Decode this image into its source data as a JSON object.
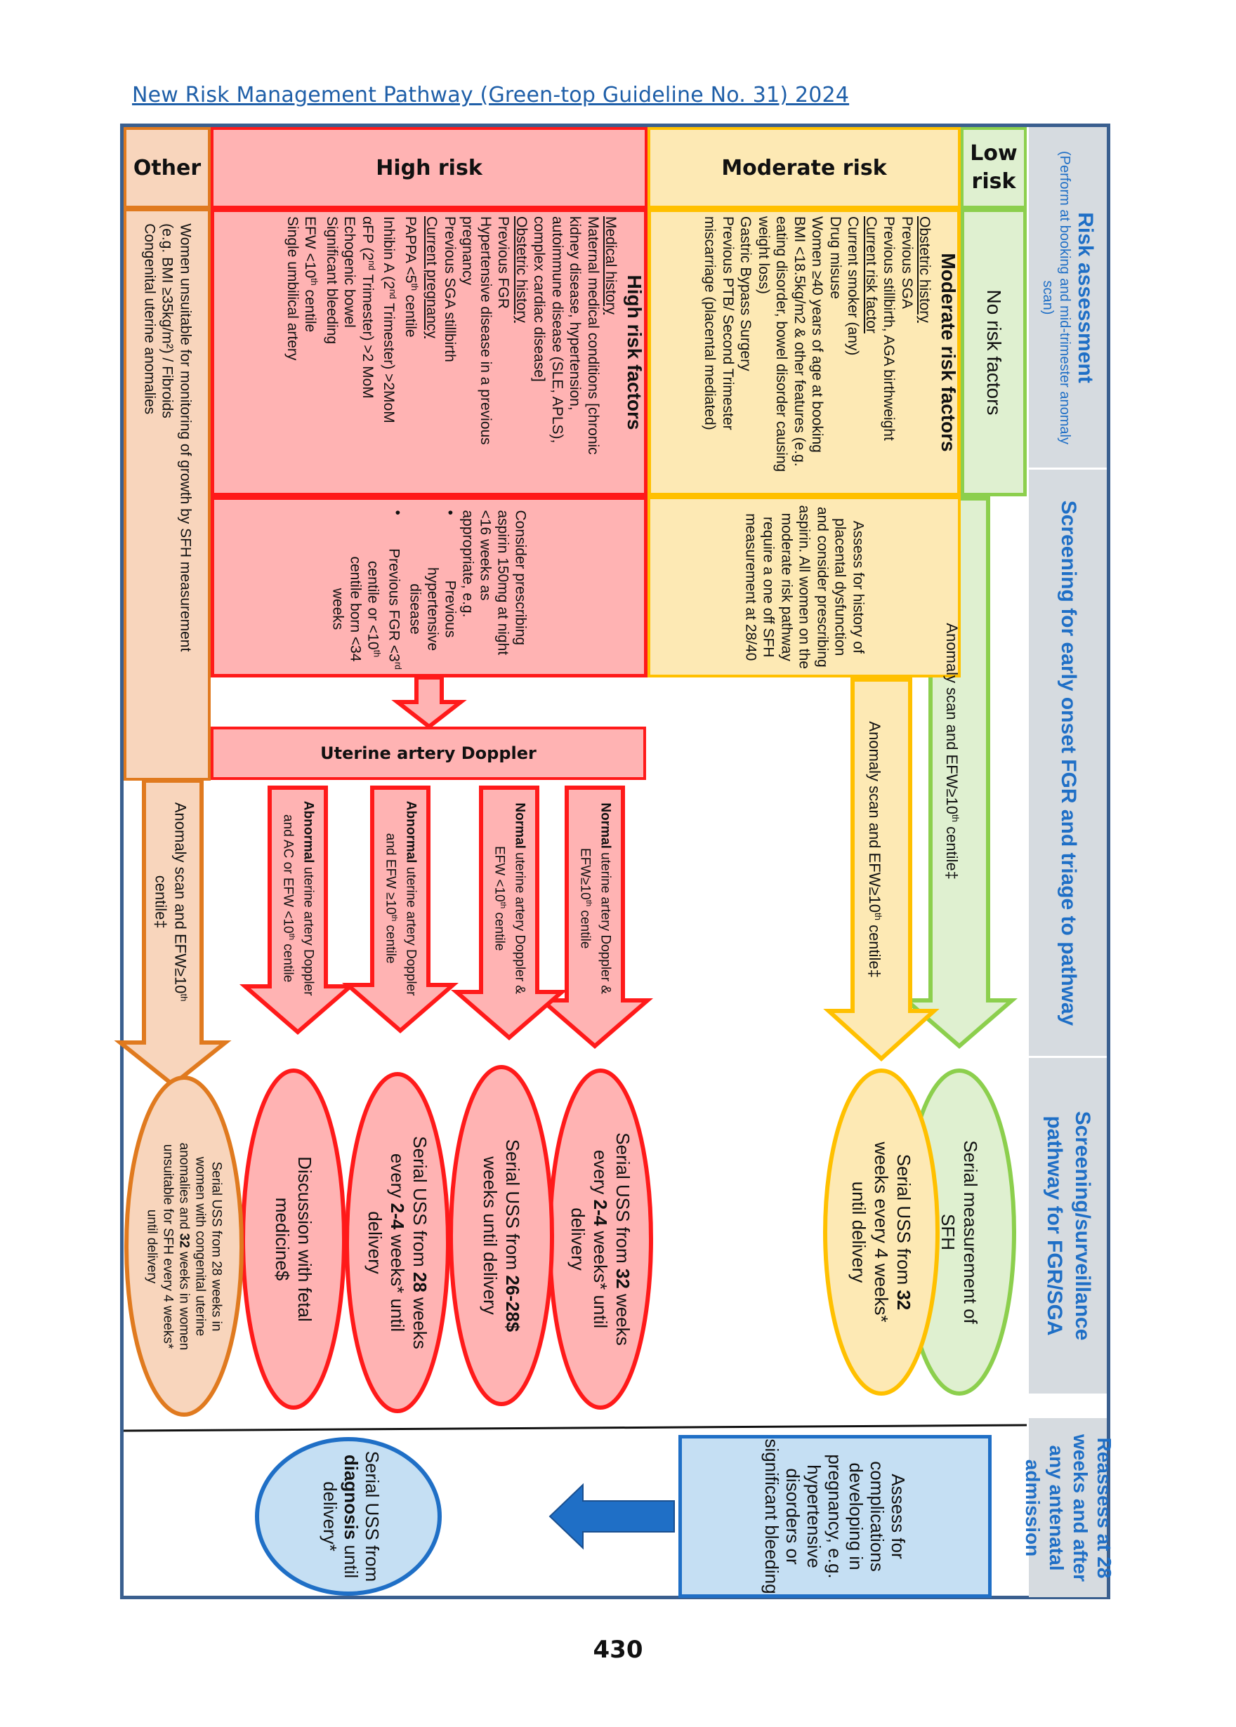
{
  "page": {
    "title": "New Risk Management Pathway (Green-top Guideline No. 31) 2024",
    "page_number": "430"
  },
  "colors": {
    "frame": "#3a5f8f",
    "other_fill": "#f8d5bc",
    "other_border": "#e07a1f",
    "high_fill": "#ffb3b3",
    "high_border": "#ff1a1a",
    "moderate_fill": "#fde9b4",
    "moderate_border": "#ffc000",
    "low_fill": "#dff0d0",
    "low_border": "#8ccf4d",
    "section_header_fill": "#d6dbe0",
    "section_header_text": "#1f6fc6",
    "reassess_fill": "#c5dff3",
    "reassess_border": "#1f6fc6"
  },
  "sections": {
    "risk_assessment": {
      "title": "Risk assessment",
      "subtitle": "(Perform at booking and mid-trimester anomaly scan)"
    },
    "screening_triage": {
      "title": "Screening for early onset FGR and triage to pathway"
    },
    "surveillance": {
      "title": "Screening/surveillance pathway for FGR/SGA"
    },
    "reassess": {
      "title": "Reassess at 28 weeks and after any antenatal admission"
    }
  },
  "columns": {
    "other": {
      "header": "Other",
      "factors": [
        "Women unsuitable for monitoring of growth by SFH measurement",
        "(e.g. BMI ≥35kg/m²) / Fibroids",
        "Congenital uterine anomalies"
      ],
      "arrow_text": "Anomaly scan and EFW≥10th centile‡",
      "outcome": "Serial USS from 28 weeks in women with congenital uterine anomalies and 32 weeks in women unsuitable for SFH every 4 weeks* until delivery"
    },
    "high": {
      "header": "High risk",
      "factors_title": "High risk factors",
      "groups": [
        {
          "label": "Medical history",
          "items": [
            "Maternal medical conditions [chronic kidney disease, hypertension, autoimmune disease (SLE, APLS), complex cardiac disease]"
          ]
        },
        {
          "label": "Obstetric history",
          "items": [
            "Previous FGR",
            "Hypertensive disease in a previous pregnancy",
            "Previous SGA stillbirth"
          ]
        },
        {
          "label": "Current pregnancy",
          "items": [
            "PAPPA <5th centile",
            "Inhibin A (2nd Trimester) >2MoM",
            "αFP (2nd Trimester) >2 MoM",
            "Echogenic bowel",
            "Significant bleeding",
            "EFW <10th centile",
            "Single umbilical artery"
          ]
        }
      ],
      "aspirin": {
        "text": "Consider prescribing aspirin 150mg at night <16 weeks as appropriate, e.g.",
        "bullets": [
          "Previous hypertensive disease",
          "Previous FGR <3rd centile or <10th centile born <34 weeks"
        ]
      },
      "doppler_label": "Uterine artery Doppler",
      "branches": [
        {
          "bold": "Normal",
          "text": " uterine artery Doppler & EFW≥10th centile",
          "outcome": "Serial USS from 32 weeks every 2-4 weeks* until delivery"
        },
        {
          "bold": "Normal",
          "text": " uterine artery Doppler & EFW <10th centile",
          "outcome": "Serial USS from 26-28$ weeks until delivery"
        },
        {
          "bold": "Abnormal",
          "text": " uterine artery Doppler and EFW ≥10th centile",
          "outcome": "Serial USS from 28 weeks every 2-4 weeks* until delivery"
        },
        {
          "bold": "Abnormal",
          "text": " uterine artery Doppler and AC or EFW <10th centile",
          "outcome": "Discussion with fetal medicine$"
        }
      ]
    },
    "moderate": {
      "header": "Moderate risk",
      "factors_title": "Moderate risk factors",
      "groups": [
        {
          "label": "Obstetric history",
          "items": [
            "Previous SGA",
            "Previous stillbirth, AGA birthweight"
          ]
        },
        {
          "label": "Current risk factor",
          "items": [
            "Current smoker (any)",
            "Drug misuse",
            "Women ≥40 years of age at booking",
            "BMI <18.5kg/m2 & other features (e.g. eating disorder, bowel disorder causing weight loss)",
            "Gastric Bypass Surgery",
            "Previous PTB/ Second Trimester miscarriage (placental mediated)"
          ]
        }
      ],
      "aspirin_text": "Assess for history of placental dysfunction and consider prescribing aspirin. All women on the moderate risk pathway require a one off SFH measurement at 28/40",
      "arrow_text": "Anomaly scan and EFW≥10th centile‡",
      "outcome": "Serial USS from 32 weeks every 4 weeks* until delivery"
    },
    "low": {
      "header": "Low risk",
      "factors": "No risk factors",
      "arrow_text": "Anomaly scan and EFW≥10th centile‡",
      "outcome": "Serial measurement of SFH"
    }
  },
  "reassess": {
    "assess_text": "Assess for complications developing in pregnancy, e.g. hypertensive disorders or significant bleeding",
    "outcome_pre": "Serial USS from ",
    "outcome_bold": "diagnosis",
    "outcome_post": " until delivery*"
  }
}
